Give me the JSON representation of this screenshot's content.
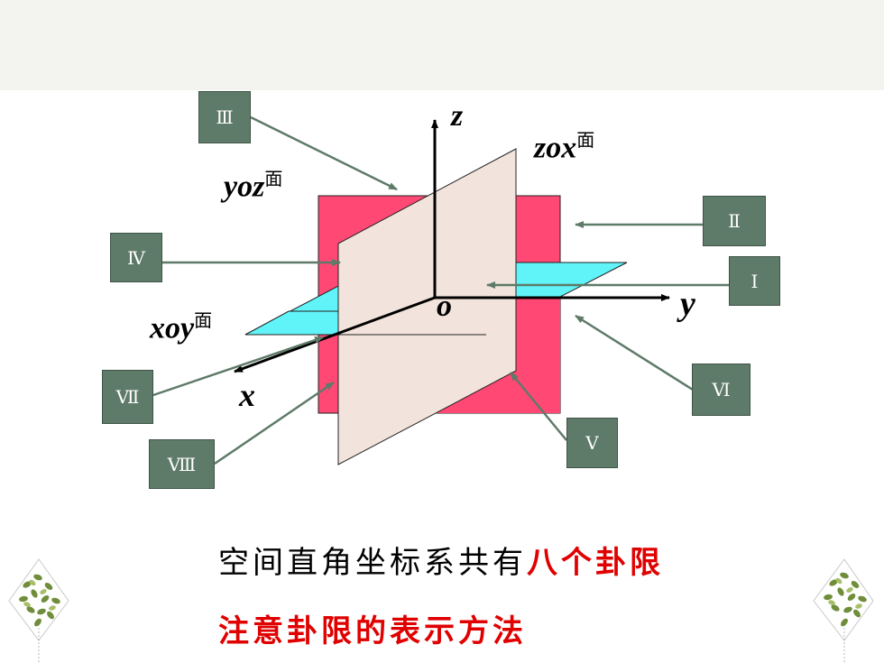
{
  "octant_labels": {
    "I": "Ⅰ",
    "II": "Ⅱ",
    "III": "Ⅲ",
    "IV": "Ⅳ",
    "V": "Ⅴ",
    "VI": "Ⅵ",
    "VII": "Ⅶ",
    "VIII": "Ⅷ"
  },
  "axes": {
    "x": "x",
    "y": "y",
    "z": "z",
    "origin": "o"
  },
  "planes": {
    "zox": {
      "name": "zox",
      "suffix": "面"
    },
    "yoz": {
      "name": "yoz",
      "suffix": "面"
    },
    "xoy": {
      "name": "xoy",
      "suffix": "面"
    }
  },
  "caption": {
    "line1_normal": "空间直角坐标系共有",
    "line1_highlight": "八个卦限",
    "line2_highlight": "注意卦限的表示方法"
  },
  "colors": {
    "zox_plane": "#ff4874",
    "yoz_plane": "#f2e4dc",
    "xoy_plane": "#60f4f8",
    "label_box": "#5e7a68",
    "arrow": "#5e7a68",
    "highlight_text": "#e00000"
  }
}
